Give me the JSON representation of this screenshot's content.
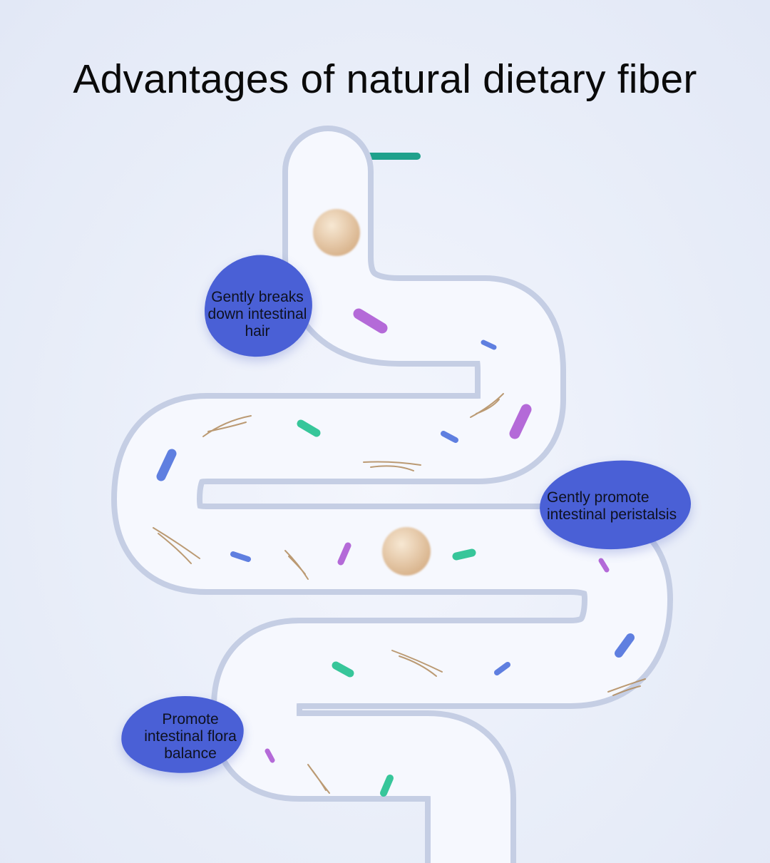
{
  "title": "Advantages of natural dietary fiber",
  "labels": {
    "breaks_hair": "Gently breaks down intestinal hair",
    "peristalsis": "Gently promote intestinal peristalsis",
    "flora": "Promote intestinal flora balance"
  },
  "colors": {
    "bubble": "#4a60d6",
    "cap": "#1fa18c",
    "tube_wall": "#c7d0e6",
    "bacteria_purple": "#b46ad8",
    "bacteria_blue": "#5f7fe0",
    "bacteria_green": "#37c69a",
    "fiber_ball": "#ecd4b6",
    "hair": "#b08a5a"
  }
}
